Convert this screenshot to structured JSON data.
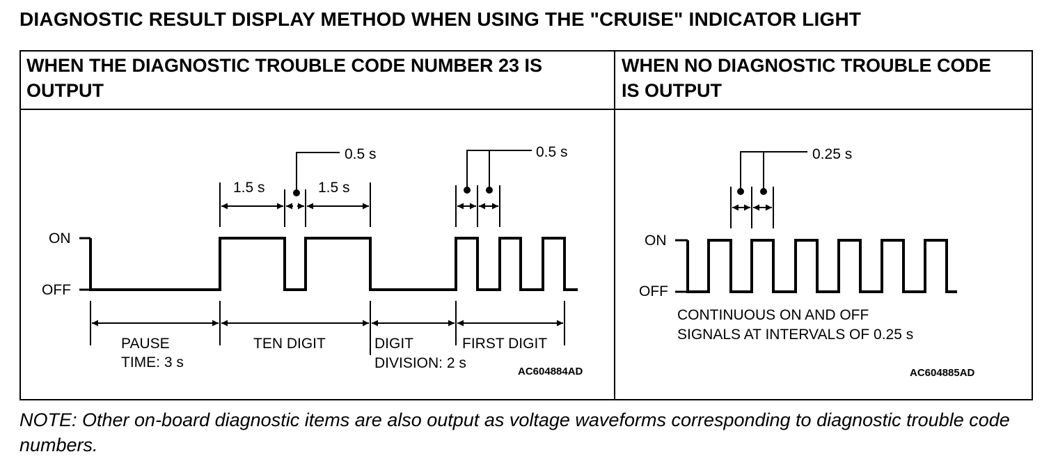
{
  "title": "DIAGNOSTIC RESULT DISPLAY METHOD WHEN USING THE \"CRUISE\" INDICATOR LIGHT",
  "left_panel": {
    "header": "WHEN THE DIAGNOSTIC TROUBLE CODE NUMBER 23 IS OUTPUT",
    "on_label": "ON",
    "off_label": "OFF",
    "dim_1_5_a": "1.5 s",
    "dim_1_5_b": "1.5 s",
    "dim_0_5_a": "0.5 s",
    "dim_0_5_b": "0.5 s",
    "pause_line1": "PAUSE",
    "pause_line2": "TIME: 3 s",
    "ten_digit": "TEN DIGIT",
    "digit_div_line1": "DIGIT",
    "digit_div_line2": "DIVISION: 2 s",
    "first_digit": "FIRST DIGIT",
    "code": "AC604884AD"
  },
  "right_panel": {
    "header": "WHEN NO DIAGNOSTIC TROUBLE CODE IS OUTPUT",
    "on_label": "ON",
    "off_label": "OFF",
    "dim_0_25": "0.25 s",
    "desc_line1": "CONTINUOUS ON AND OFF",
    "desc_line2": "SIGNALS AT INTERVALS OF 0.25 s",
    "code": "AC604885AD"
  },
  "note": "NOTE: Other on-board diagnostic items are also output as voltage waveforms corresponding to diagnostic trouble code numbers."
}
